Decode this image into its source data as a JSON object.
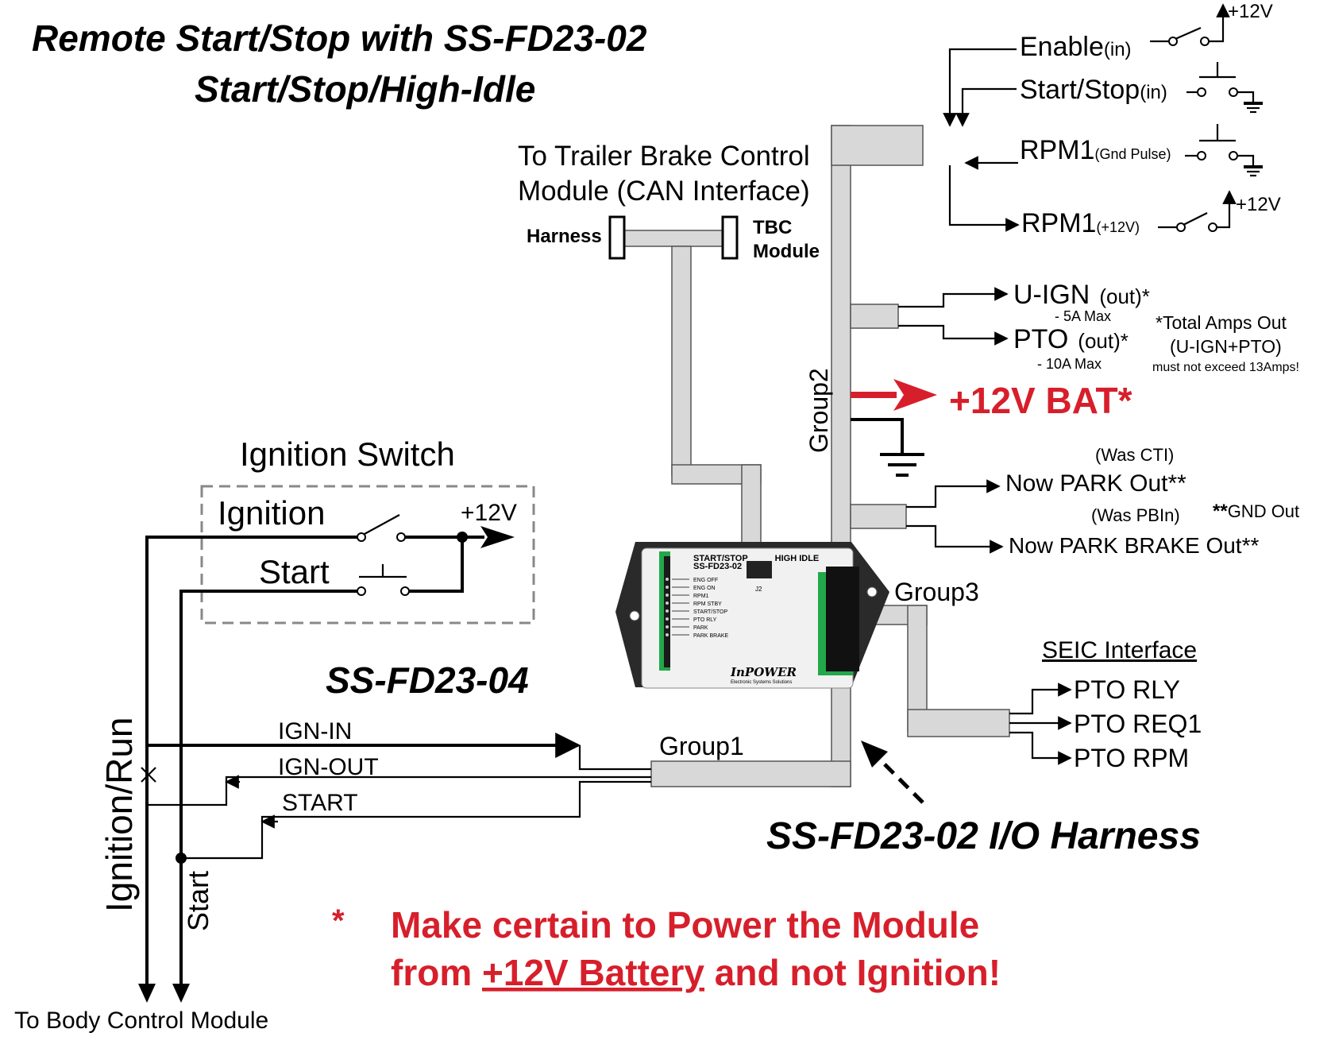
{
  "title": {
    "line1": "Remote Start/Stop with SS-FD23-02",
    "line2": "Start/Stop/High-Idle"
  },
  "tbc": {
    "heading1": "To Trailer Brake Control",
    "heading2": "Module (CAN Interface)",
    "harness": "Harness",
    "module1": "TBC",
    "module2": "Module"
  },
  "inputs": {
    "enable": "Enable",
    "enable_sub": "(in)",
    "startstop": "Start/Stop",
    "startstop_sub": "(in)",
    "rpm_gnd": "RPM1",
    "rpm_gnd_sub": "(Gnd Pulse)",
    "rpm_12v": "RPM1",
    "rpm_12v_sub": "(+12V)",
    "plus12v": "+12V"
  },
  "outputs": {
    "uign": "U-IGN",
    "uign_out": "(out)*",
    "uign_max": "- 5A Max",
    "pto": "PTO",
    "pto_out": "(out)*",
    "pto_max": "- 10A Max",
    "note1": "*Total Amps Out",
    "note2": "(U-IGN+PTO)",
    "note3": "must not exceed 13Amps!",
    "bat": "+12V BAT*",
    "was_cti": "(Was CTI)",
    "park_out": "Now PARK Out**",
    "was_pbin": "(Was PBIn)",
    "gnd_out_stars": "**",
    "gnd_out": "GND Out",
    "park_brake_out": "Now PARK BRAKE Out**"
  },
  "groups": {
    "group1": "Group1",
    "group2": "Group2",
    "group3": "Group3"
  },
  "seic": {
    "title": "SEIC Interface",
    "items": [
      "PTO RLY",
      "PTO REQ1",
      "PTO RPM"
    ]
  },
  "ignition": {
    "title": "Ignition Switch",
    "ignition": "Ignition",
    "start": "Start",
    "plus12v": "+12V"
  },
  "module": {
    "label1": "START/STOP",
    "label2": "HIGH IDLE",
    "label3": "SS-FD23-02",
    "port": "J2",
    "leds": [
      "ENG OFF",
      "ENG ON",
      "RPM1",
      "RPM STBY",
      "START/STOP",
      "PTO RLY",
      "PARK",
      "PARK BRAKE"
    ],
    "brand": "InPOWER",
    "brand_sub": "Electronic Systems Solutions"
  },
  "fd04": "SS-FD23-04",
  "wires": {
    "ign_in": "IGN-IN",
    "ign_out": "IGN-OUT",
    "start": "START",
    "ignition_run": "Ignition/Run",
    "start_vertical": "Start",
    "x_mark": "X",
    "body_control": "To Body Control Module"
  },
  "harness_label": "SS-FD23-02 I/O Harness",
  "warning": {
    "star": "*",
    "line1": "Make certain to Power the Module",
    "line2_pre": "from ",
    "line2_link": "+12V Battery",
    "line2_post": " and not Ignition!"
  },
  "colors": {
    "accent_red": "#d71f2b",
    "harness_gray": "#d8d8d8",
    "module_green": "#22a84a"
  }
}
